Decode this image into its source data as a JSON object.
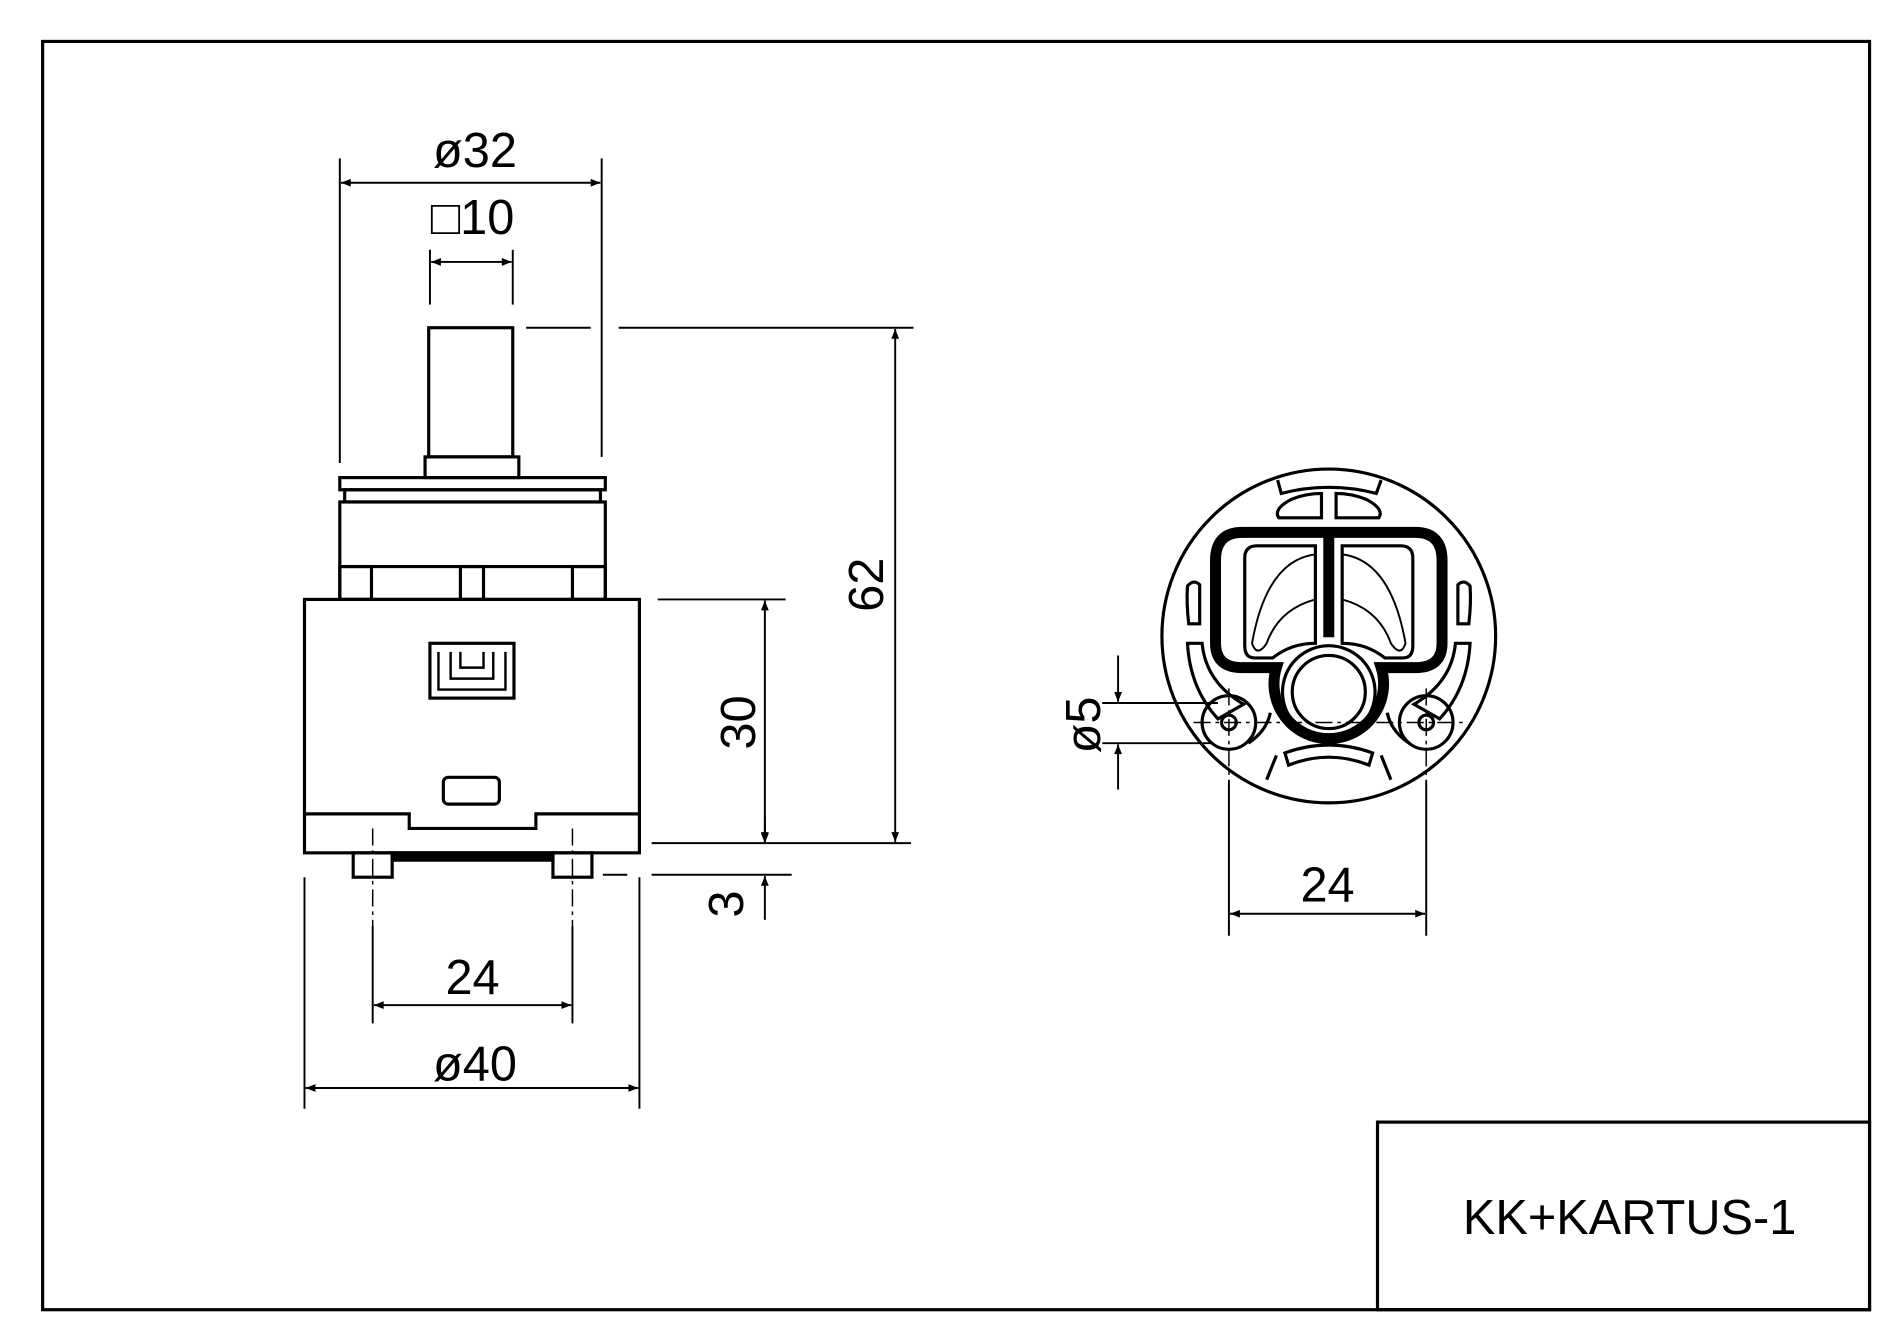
{
  "drawing": {
    "title_block": {
      "drawing_name": "KK+KARTUS-1"
    },
    "side_view": {
      "dimensions": {
        "top_diameter": "ø32",
        "stem_square": "□10",
        "total_height": "62",
        "body_height": "30",
        "pin_height": "3",
        "pin_spacing": "24",
        "body_diameter": "ø40"
      }
    },
    "bottom_view": {
      "dimensions": {
        "hole_diameter": "ø5",
        "hole_spacing": "24"
      }
    },
    "colors": {
      "line": "#000000",
      "background": "#ffffff"
    }
  }
}
